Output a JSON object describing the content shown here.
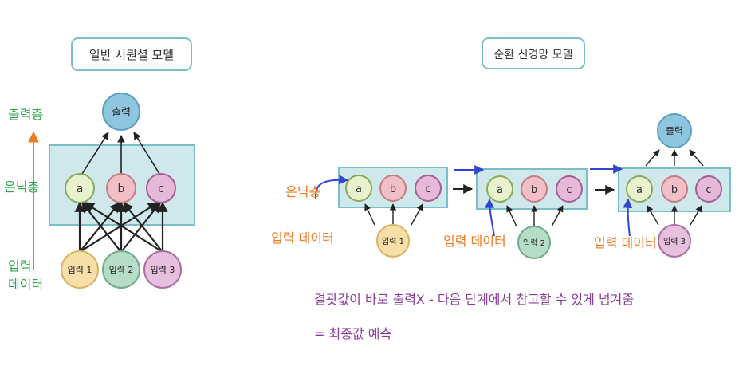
{
  "left": {
    "title": "일반 시퀀셜 모델",
    "output_label": "출력",
    "hidden_nodes": [
      "a",
      "b",
      "c"
    ],
    "input_nodes": [
      "입력 1",
      "입력 2",
      "입력 3"
    ],
    "annotations": {
      "output_layer": "출력층",
      "hidden_layer": "은닉층",
      "input_line1": "입력",
      "input_line2": "데이터"
    }
  },
  "right": {
    "title": "순환 신경망 모델",
    "output_label": "출력",
    "hidden_nodes": [
      "a",
      "b",
      "c"
    ],
    "input_nodes": [
      "입력 1",
      "입력 2",
      "입력 3"
    ],
    "annotations": {
      "hidden_layer": "은닉층",
      "input_data": "입력 데이터"
    },
    "note_line1": "결괏값이 바로 출력X -  다음 단계에서 참고할 수 있게 넘겨줌",
    "note_line2": "= 최종값 예측"
  },
  "colors": {
    "layer_fill": "#cfe8ec",
    "layer_stroke": "#7bbfc6",
    "output_fill": "#8fc6df",
    "node_a": "#e9f2cf",
    "node_b": "#f1bfc6",
    "node_c": "#e6b8d9",
    "input_1": "#f6dfa8",
    "input_2": "#b6ddc8",
    "input_3": "#e7bfdf",
    "green_annot": "#2aa845",
    "orange_annot": "#f07a24",
    "purple_note": "#8a3c9a",
    "blue_arrow": "#3045d0"
  }
}
